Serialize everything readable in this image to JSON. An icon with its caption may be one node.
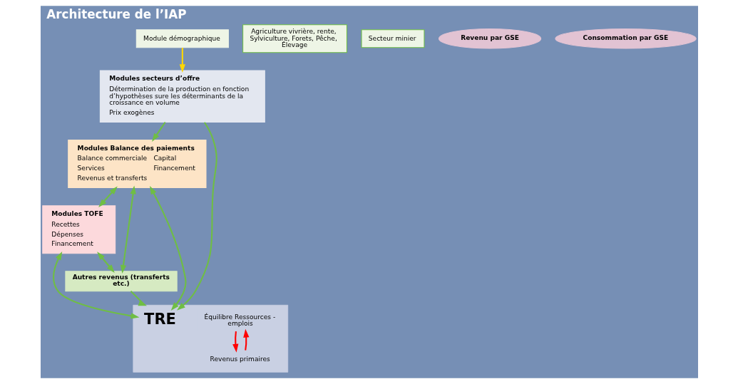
{
  "diagram": {
    "title": "Architecture de l’IAP",
    "nodes": [
      {
        "text": [
          "Modules secteurs d’offre",
          "Détermination de la production en fonction d’hypothèses sure les déterminants de la croissance en volume",
          "Prix exogènes"
        ]
      },
      {
        "text": [
          "Modules Balance des paiements",
          "Balance commerciale",
          "Services",
          "Revenus et transferts",
          "Capital",
          "Financement"
        ]
      },
      {
        "text": [
          "Agriculture vivrière, rente, Sylviculture, Forets, Pêche, Élevage"
        ]
      },
      {
        "text": [
          "Modules TOFE",
          "Recettes",
          "Dépenses",
          "Financement"
        ]
      },
      {
        "text": [
          "Secteur minier"
        ]
      },
      {
        "text": [
          "Module démographique"
        ]
      },
      {
        "text": [],
        "shape": "box"
      },
      {
        "text": [
          "Équilibre Ressources - emplois"
        ],
        "in": 6
      },
      {
        "text": [
          "TRE"
        ],
        "in": 6
      },
      {
        "text": [
          "Revenus primaires"
        ],
        "in": 6
      },
      {
        "text": [
          "Autres revenus (transferts etc.)"
        ]
      },
      {
        "text": [
          "Revenu par GSE"
        ]
      },
      {
        "text": [
          "Consommation par GSE"
        ]
      }
    ],
    "edges": [
      {
        "from": 0,
        "to": 1,
        "arrow": "to"
      },
      {
        "from": 5,
        "to": 0,
        "arrow": "to",
        "color": "#ffd700"
      },
      {
        "from": 0,
        "to": 8,
        "arrow": "to"
      },
      {
        "from": 1,
        "to": 8,
        "arrow": "both"
      },
      {
        "from": 3,
        "to": 8,
        "arrow": "both"
      },
      {
        "from": 1,
        "to": 3,
        "arrow": "both"
      },
      {
        "from": 1,
        "to": 10,
        "arrow": "both"
      },
      {
        "from": 3,
        "to": 10,
        "arrow": "both"
      },
      {
        "from": 10,
        "to": 6,
        "arrow": "to"
      },
      {
        "from": 7,
        "to": 9,
        "arrow": "to",
        "color": "#ff0000"
      },
      {
        "from": 9,
        "to": 7,
        "arrow": "to",
        "color": "#ff0000"
      }
    ]
  }
}
